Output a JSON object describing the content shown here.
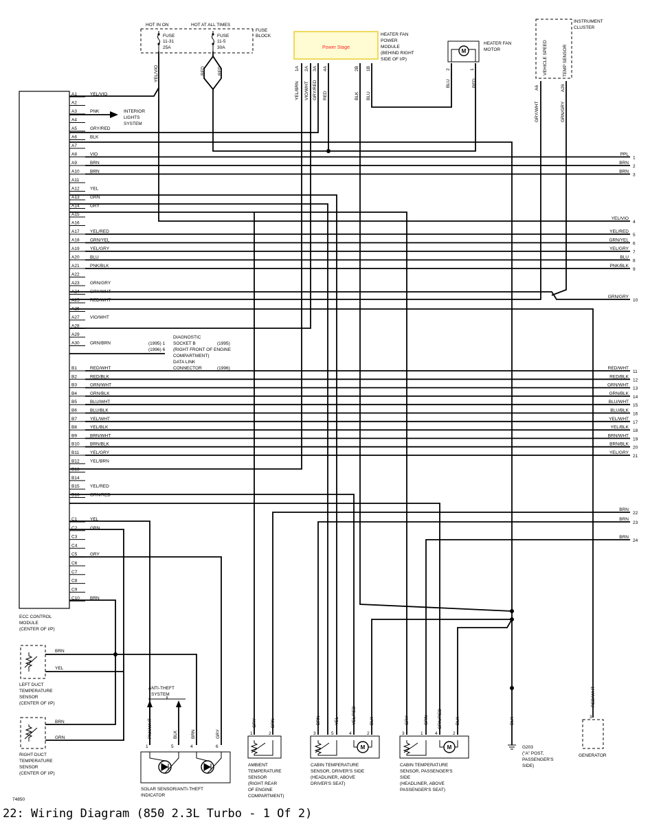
{
  "caption": "22:  Wiring Diagram (850 2.3L Turbo - 1 Of 2)",
  "figure_id": "74850",
  "fuse_block": {
    "hot_in_on": "HOT IN ON",
    "hot_at_all_times": "HOT AT ALL TIMES",
    "fuse1": [
      "FUSE",
      "11-31",
      "25A"
    ],
    "fuse2": [
      "FUSE",
      "11-5",
      "30A"
    ],
    "title": [
      "FUSE",
      "BLOCK"
    ],
    "wire_left": "YEL/VIO",
    "wire_right1": "RED",
    "wire_right2": "RED"
  },
  "power_stage": {
    "label": "Power Stage",
    "title": [
      "HEATER FAN",
      "POWER",
      "MODULE",
      "(BEHIND RIGHT",
      "SIDE OF I/P)"
    ],
    "pins": [
      "1A",
      "2A",
      "3A",
      "4A",
      "2B",
      "1B"
    ],
    "wires": [
      "YEL/BRN",
      "VIO/WHT",
      "GRY/RED",
      "RED",
      "BLK",
      "BLU"
    ]
  },
  "fan_motor": {
    "title": [
      "HEATER FAN",
      "MOTOR"
    ],
    "pins": [
      "2",
      "1"
    ],
    "wires": [
      "BLU",
      "RED"
    ]
  },
  "cluster": {
    "title": [
      "INSTRUMENT",
      "CLUSTER"
    ],
    "vertical": [
      "VEHICLE SPEED",
      "TEMP SENSOR"
    ],
    "pins": [
      "A6",
      "A26"
    ],
    "wires": [
      "GRY/WHT",
      "GRN/GRY"
    ]
  },
  "ecc": {
    "title": [
      "ECC CONTROL",
      "MODULE",
      "(CENTER OF I/P)"
    ]
  },
  "pins": [
    {
      "pin": "A1",
      "wire": "YEL/VIO"
    },
    {
      "pin": "A2",
      "wire": ""
    },
    {
      "pin": "A3",
      "wire": "PNK"
    },
    {
      "pin": "A4",
      "wire": ""
    },
    {
      "pin": "A5",
      "wire": "GRY/RED"
    },
    {
      "pin": "A6",
      "wire": "BLK"
    },
    {
      "pin": "A7",
      "wire": ""
    },
    {
      "pin": "A8",
      "wire": "VIO"
    },
    {
      "pin": "A9",
      "wire": "BRN"
    },
    {
      "pin": "A10",
      "wire": "BRN"
    },
    {
      "pin": "A11",
      "wire": ""
    },
    {
      "pin": "A12",
      "wire": "YEL"
    },
    {
      "pin": "A13",
      "wire": "GRN"
    },
    {
      "pin": "A14",
      "wire": "GRY"
    },
    {
      "pin": "A15",
      "wire": ""
    },
    {
      "pin": "A16",
      "wire": ""
    },
    {
      "pin": "A17",
      "wire": "YEL/RED"
    },
    {
      "pin": "A18",
      "wire": "GRN/YEL"
    },
    {
      "pin": "A19",
      "wire": "YEL/GRY"
    },
    {
      "pin": "A20",
      "wire": "BLU"
    },
    {
      "pin": "A21",
      "wire": "PNK/BLK"
    },
    {
      "pin": "A22",
      "wire": ""
    },
    {
      "pin": "A23",
      "wire": "GRN/GRY"
    },
    {
      "pin": "A24",
      "wire": "GRY/WHT"
    },
    {
      "pin": "A25",
      "wire": "RED/WHT"
    },
    {
      "pin": "A26",
      "wire": ""
    },
    {
      "pin": "A27",
      "wire": "VIO/WHT"
    },
    {
      "pin": "A28",
      "wire": ""
    },
    {
      "pin": "A29",
      "wire": ""
    },
    {
      "pin": "A30",
      "wire": "GRN/BRN"
    },
    {
      "pin": "B1",
      "wire": "RED/WHT"
    },
    {
      "pin": "B2",
      "wire": "RED/BLK"
    },
    {
      "pin": "B3",
      "wire": "GRN/WHT"
    },
    {
      "pin": "B4",
      "wire": "GRN/BLK"
    },
    {
      "pin": "B5",
      "wire": "BLU/WHT"
    },
    {
      "pin": "B6",
      "wire": "BLU/BLK"
    },
    {
      "pin": "B7",
      "wire": "YEL/WHT"
    },
    {
      "pin": "B8",
      "wire": "YEL/BLK"
    },
    {
      "pin": "B9",
      "wire": "BRN/WHT"
    },
    {
      "pin": "B10",
      "wire": "BRN/BLK"
    },
    {
      "pin": "B11",
      "wire": "YEL/GRY"
    },
    {
      "pin": "B12",
      "wire": "YEL/BRN"
    },
    {
      "pin": "B13",
      "wire": ""
    },
    {
      "pin": "B14",
      "wire": ""
    },
    {
      "pin": "B15",
      "wire": "YEL/RED"
    },
    {
      "pin": "B16",
      "wire": "GRN/RED"
    },
    {
      "pin": "C1",
      "wire": "YEL"
    },
    {
      "pin": "C2",
      "wire": "GRN"
    },
    {
      "pin": "C3",
      "wire": ""
    },
    {
      "pin": "C4",
      "wire": ""
    },
    {
      "pin": "C5",
      "wire": "GRY"
    },
    {
      "pin": "C6",
      "wire": ""
    },
    {
      "pin": "C7",
      "wire": ""
    },
    {
      "pin": "C8",
      "wire": ""
    },
    {
      "pin": "C9",
      "wire": ""
    },
    {
      "pin": "C10",
      "wire": "BRN"
    }
  ],
  "right_refs": [
    {
      "label": "PPL",
      "num": "1"
    },
    {
      "label": "BRN",
      "num": "2"
    },
    {
      "label": "BRN",
      "num": "3"
    },
    {
      "label": "YEL/VIO",
      "num": "4"
    },
    {
      "label": "YEL/RED",
      "num": "5"
    },
    {
      "label": "GRN/YEL",
      "num": "6"
    },
    {
      "label": "YEL/GRY",
      "num": "7"
    },
    {
      "label": "BLU",
      "num": "8"
    },
    {
      "label": "PNK/BLK",
      "num": "9"
    },
    {
      "label": "GRN/GRY",
      "num": "10"
    },
    {
      "label": "RED/WHT",
      "num": "11"
    },
    {
      "label": "RED/BLK",
      "num": "12"
    },
    {
      "label": "GRN/WHT",
      "num": "13"
    },
    {
      "label": "GRN/BLK",
      "num": "14"
    },
    {
      "label": "BLU/WHT",
      "num": "15"
    },
    {
      "label": "BLU/BLK",
      "num": "16"
    },
    {
      "label": "YEL/WHT",
      "num": "17"
    },
    {
      "label": "YEL/BLK",
      "num": "18"
    },
    {
      "label": "BRN/WHT",
      "num": "19"
    },
    {
      "label": "BRN/BLK",
      "num": "20"
    },
    {
      "label": "YEL/GRY",
      "num": "21"
    },
    {
      "label": "BRN",
      "num": "22"
    },
    {
      "label": "BRN",
      "num": "23"
    },
    {
      "label": "BRN",
      "num": "24"
    }
  ],
  "interior_lights": [
    "INTERIOR",
    "LIGHTS",
    "SYSTEM"
  ],
  "diagnostic": {
    "lines": [
      "DIAGNOSTIC",
      "SOCKET B",
      "(RIGHT FRONT OF ENGINE",
      "COMPARTMENT)",
      "DATA LINK",
      "CONNECTOR"
    ],
    "y1995a": "(1995)  1",
    "y1996": "(1996)  6",
    "y1995b": "(1995)",
    "y1996b": "(1996)"
  },
  "left_duct": {
    "title": [
      "LEFT DUCT",
      "TEMPERATURE",
      "SENSOR",
      "(CENTER OF I/P)"
    ],
    "wires": [
      "BRN",
      "YEL"
    ]
  },
  "right_duct": {
    "title": [
      "RIGHT DUCT",
      "TEMPERATURE",
      "SENSOR",
      "(CENTER OF I/P)"
    ],
    "wires": [
      "BRN",
      "GRN"
    ]
  },
  "anti_theft": {
    "title": [
      "ANTI-THEFT",
      "SYSTEM"
    ],
    "wires": [
      "PNK/WHT",
      "BLK",
      "BRN",
      "GRY"
    ],
    "pins": [
      "1",
      "5",
      "4",
      "6"
    ],
    "bottom": [
      "SOLAR SENSOR/ANTI-THEFT",
      "INDICATOR"
    ]
  },
  "ambient": {
    "wires": [
      "GRY",
      "BRN"
    ],
    "pins": [
      "1",
      "2"
    ],
    "title": [
      "AMBIENT",
      "TEMPERATURE",
      "SENSOR",
      "(RIGHT REAR",
      "OF ENGINE",
      "COMPARTMENT)"
    ]
  },
  "cabin_driver": {
    "wires": [
      "BRN",
      "YEL",
      "YEL/RED",
      "BLK"
    ],
    "pins": [
      "3",
      "5",
      "4",
      "2"
    ],
    "title": [
      "CABIN TEMPERATURE",
      "SENSOR, DRIVER'S SIDE",
      "(HEADLINER, ABOVE",
      "DRIVER'S SEAT)"
    ]
  },
  "cabin_pass": {
    "wires": [
      "GRY",
      "GRN",
      "GRN/RED",
      "BLK"
    ],
    "pins": [
      "3",
      "1",
      "4",
      "2"
    ],
    "title": [
      "CABIN TEMPERATURE",
      "SENSOR, PASSENGER'S",
      "SIDE",
      "(HEADLINER, ABOVE",
      "PASSENGER'S SEAT)"
    ]
  },
  "ground": {
    "wire": "BLK",
    "title": [
      "G203",
      "(\"A\" POST,",
      "PASSENGER'S",
      "SIDE)"
    ]
  },
  "generator": {
    "wire": "RED/WHT",
    "pin": "3",
    "title": "GENERATOR"
  }
}
